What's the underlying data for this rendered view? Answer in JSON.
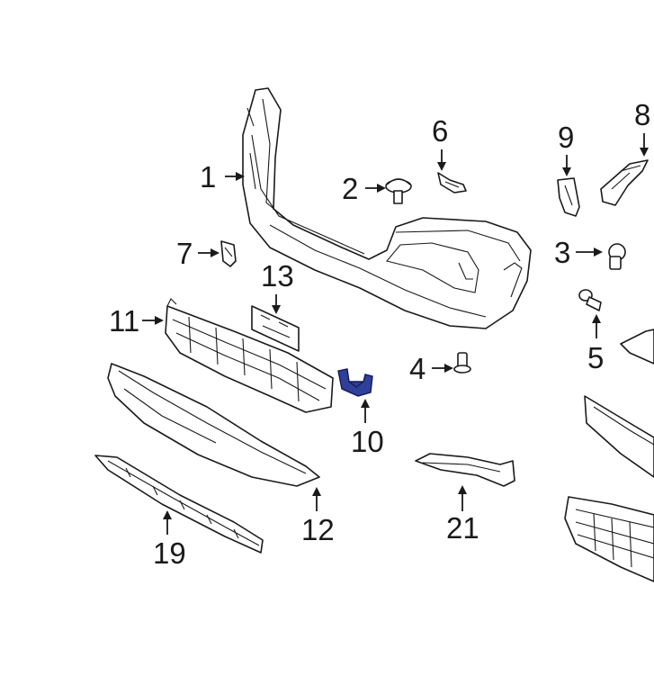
{
  "callouts": [
    "1",
    "2",
    "3",
    "4",
    "5",
    "6",
    "7",
    "8",
    "9",
    "10",
    "11",
    "12",
    "13",
    "19",
    "21"
  ],
  "colors": {
    "highlight": "#2f3f9a",
    "line": "#1a1a1a",
    "background": "#ffffff"
  },
  "highlighted_part": "10"
}
